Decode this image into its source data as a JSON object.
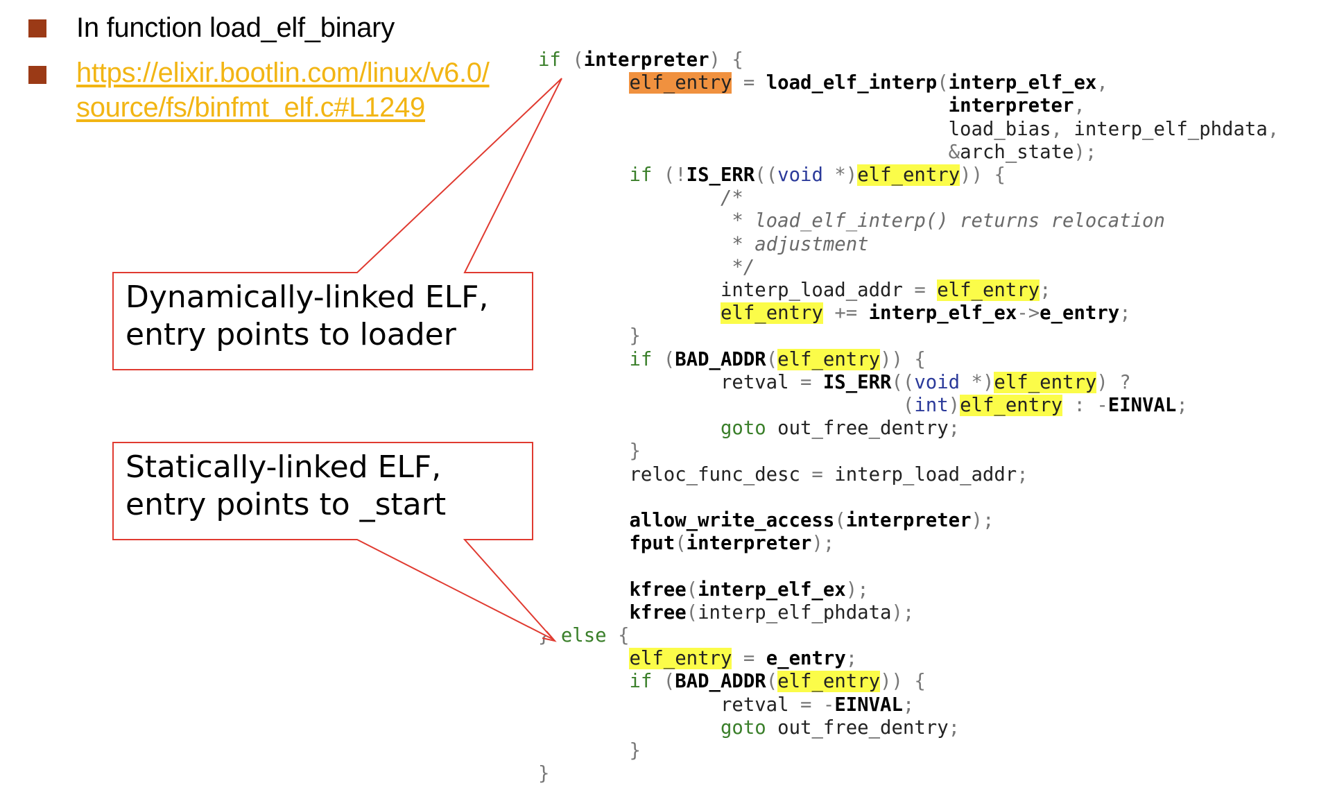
{
  "bullets": [
    {
      "text": "In function load_elf_binary"
    },
    {
      "link_line1": "https://elixir.bootlin.com/linux/v6.0/",
      "link_line2": "source/fs/binfmt_elf.c#L1249"
    }
  ],
  "callouts": {
    "dynamic": {
      "line1": "Dynamically-linked ELF,",
      "line2": "entry points to loader"
    },
    "static": {
      "line1": "Statically-linked ELF,",
      "line2": "entry points to _start"
    }
  },
  "code_lines": [
    "if (interpreter) {",
    "        elf_entry = load_elf_interp(interp_elf_ex,",
    "                                    interpreter,",
    "                                    load_bias, interp_elf_phdata,",
    "                                    &arch_state);",
    "        if (!IS_ERR((void *)elf_entry)) {",
    "                /*",
    "                 * load_elf_interp() returns relocation",
    "                 * adjustment",
    "                 */",
    "                interp_load_addr = elf_entry;",
    "                elf_entry += interp_elf_ex->e_entry;",
    "        }",
    "        if (BAD_ADDR(elf_entry)) {",
    "                retval = IS_ERR((void *)elf_entry) ?",
    "                                (int)elf_entry : -EINVAL;",
    "                goto out_free_dentry;",
    "        }",
    "        reloc_func_desc = interp_load_addr;",
    "",
    "        allow_write_access(interpreter);",
    "        fput(interpreter);",
    "",
    "        kfree(interp_elf_ex);",
    "        kfree(interp_elf_phdata);",
    "} else {",
    "        elf_entry = e_entry;",
    "        if (BAD_ADDR(elf_entry)) {",
    "                retval = -EINVAL;",
    "                goto out_free_dentry;",
    "        }",
    "}"
  ],
  "colors": {
    "bullet": "#9b3a16",
    "link": "#f2b514",
    "callout_border": "#e03a30",
    "highlight_yellow": "#fbfc49",
    "highlight_orange": "#f0913f"
  }
}
